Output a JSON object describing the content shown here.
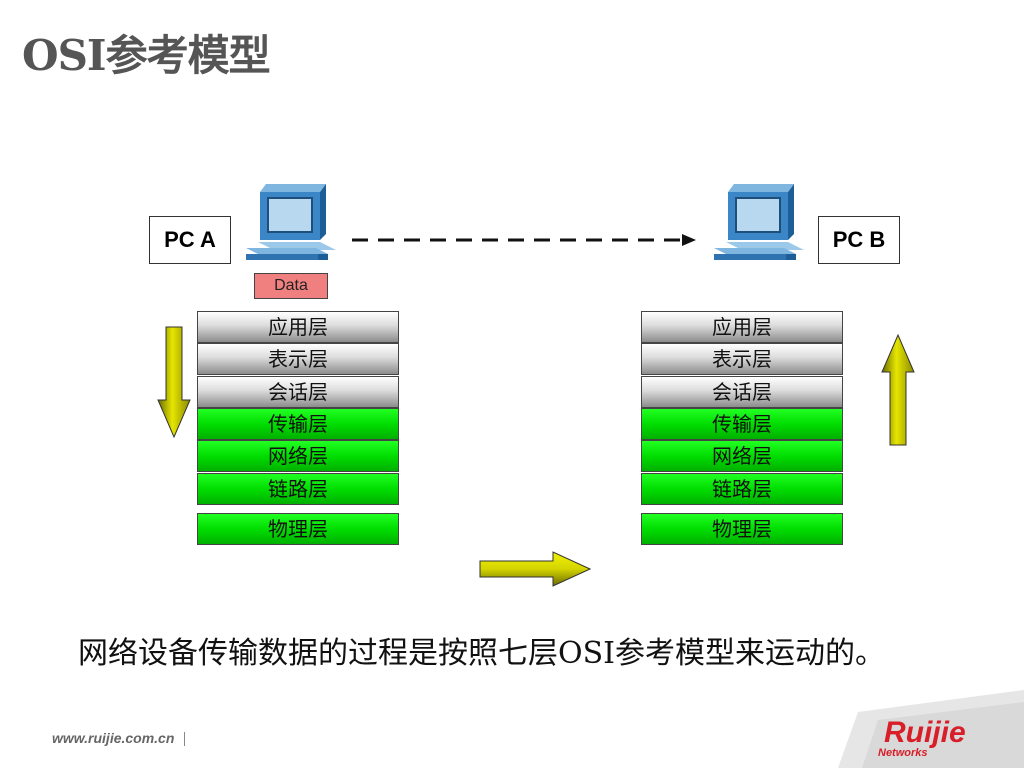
{
  "title": "OSI参考模型",
  "pc_a": {
    "label": "PC A"
  },
  "pc_b": {
    "label": "PC B"
  },
  "data_tag": "Data",
  "layers": [
    "应用层",
    "表示层",
    "会话层",
    "传输层",
    "网络层",
    "链路层",
    "物理层"
  ],
  "caption": "网络设备传输数据的过程是按照七层OSI参考模型来运动的。",
  "footer": {
    "url": "www.ruijie.com.cn"
  },
  "logo": {
    "brand": "Ruijie",
    "sub": "Networks"
  },
  "colors": {
    "upper_layers": "#c0c0c0",
    "lower_layers": "#00dd00",
    "data_tag": "#f08080",
    "arrow": "#d4d400",
    "logo_red": "#d81e28"
  }
}
